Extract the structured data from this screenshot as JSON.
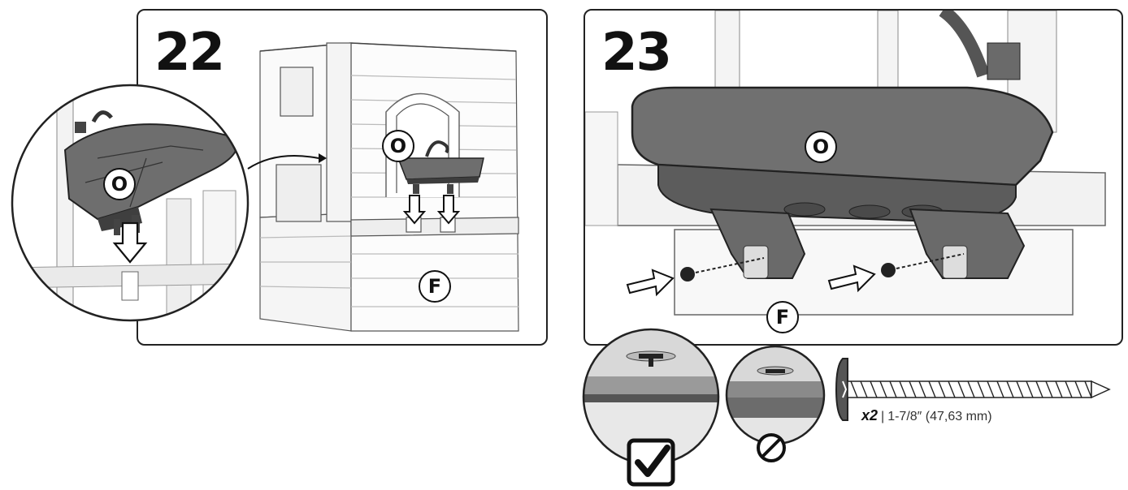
{
  "steps": [
    {
      "number": "22",
      "labels": {
        "circle_detail": "O",
        "sink_part": "O",
        "playhouse_part": "F"
      }
    },
    {
      "number": "23",
      "labels": {
        "sink_part": "O",
        "frame_part": "F"
      }
    }
  ],
  "hardware": {
    "quantity": "x2",
    "separator": "|",
    "size": "1-7/8″ (47,63 mm)"
  },
  "icons": {
    "correct": "checkbox-check-icon",
    "incorrect": "prohibited-icon"
  },
  "colors": {
    "line": "#222222",
    "part_gray": "#6e6e6e",
    "part_dark": "#4a4a4a",
    "light_gray": "#d9d9d9"
  }
}
